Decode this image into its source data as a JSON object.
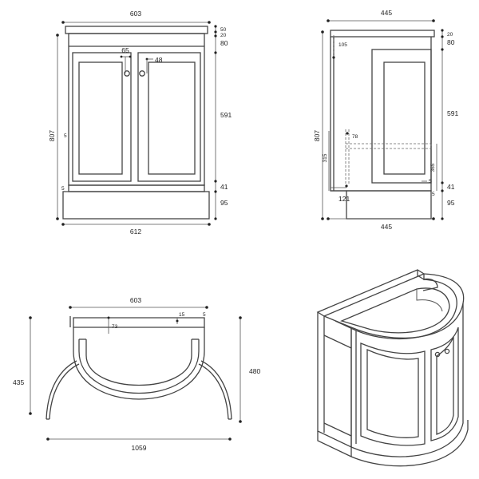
{
  "front_view": {
    "width_top": "603",
    "height_total": "807",
    "dim_50": "50",
    "dim_20": "20",
    "dim_80": "80",
    "dim_591": "591",
    "dim_41": "41",
    "dim_95": "95",
    "dim_65": "65",
    "dim_48": "48",
    "dim_5_left": "5",
    "dim_5_bottom": "5",
    "width_base": "612"
  },
  "side_view": {
    "width_top": "445",
    "height_total": "807",
    "dim_105": "105",
    "dim_20": "20",
    "dim_80": "80",
    "dim_591": "591",
    "dim_78": "78",
    "dim_315": "315",
    "dim_365": "365",
    "dim_41": "41",
    "dim_95": "95",
    "dim_5_a": "5",
    "dim_5_b": "5",
    "dim_121": "121",
    "width_base": "445"
  },
  "plan_view": {
    "width_top": "603",
    "dim_73": "73",
    "dim_15": "15",
    "dim_5": "5",
    "dim_435": "435",
    "dim_480": "480",
    "door_swing_width": "1059"
  }
}
